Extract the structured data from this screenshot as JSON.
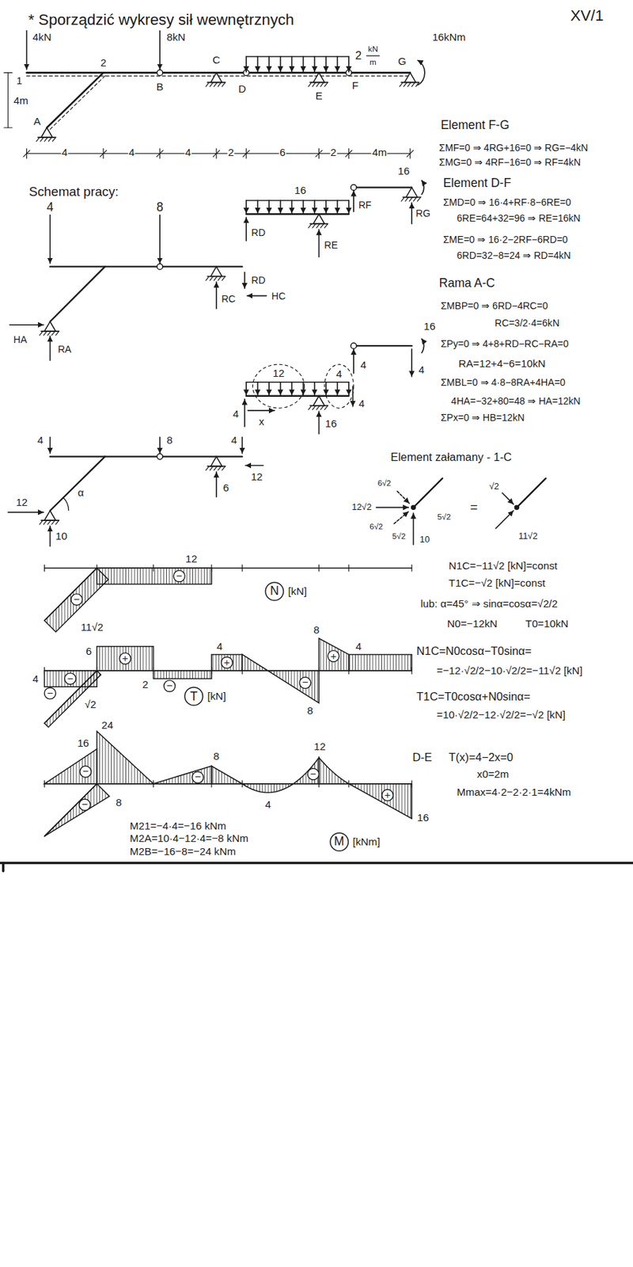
{
  "diagram": {
    "title": "* Sporządzić wykresy sił wewnętrznych",
    "nodes": [
      {
        "text": [
          "N"
        ]
      },
      {
        "text": [
          "T"
        ]
      },
      {
        "text": [
          "M"
        ]
      }
    ],
    "labels": [
      "XV/1",
      "4kN",
      "1",
      "2",
      "8kN",
      "B",
      "C",
      "D",
      "E",
      "F",
      "G",
      "A",
      "4m",
      "2",
      "kN",
      "m",
      "16kNm",
      "4",
      "4",
      "4",
      "2",
      "6",
      "2",
      "4m",
      "Schemat pracy:",
      "4",
      "8",
      "16",
      "RD",
      "RD",
      "HC",
      "RC",
      "RE",
      "RF",
      "RG",
      "16",
      "HA",
      "RA",
      "16",
      "4",
      "4",
      "12",
      "4",
      "4",
      "4",
      "x",
      "16",
      "4",
      "8",
      "4",
      "12",
      "6",
      "12",
      "10",
      "α",
      "Element F-G",
      "ΣMF=0 ⇒ 4RG+16=0 ⇒ RG=−4kN",
      "ΣMG=0 ⇒ 4RF−16=0 ⇒ RF=4kN",
      "Element D-F",
      "ΣMD=0 ⇒ 16·4+RF·8−6RE=0",
      "6RE=64+32=96 ⇒ RE=16kN",
      "ΣME=0 ⇒ 16·2−2RF−6RD=0",
      "6RD=32−8=24 ⇒ RD=4kN",
      "Rama A-C",
      "ΣMBP=0 ⇒ 6RD−4RC=0",
      "RC=3/2·4=6kN",
      "ΣPy=0 ⇒ 4+8+RD−RC−RA=0",
      "RA=12+4−6=10kN",
      "ΣMBL=0 ⇒ 4·8−8RA+4HA=0",
      "4HA=−32+80=48 ⇒ HA=12kN",
      "ΣPx=0 ⇒ HB=12kN",
      "Element załamany - 1-C",
      "12√2",
      "6√2",
      "6√2",
      "5√2",
      "10",
      "5√2",
      "=",
      "√2",
      "11√2",
      "N1C=−11√2 [kN]=const",
      "T1C=−√2 [kN]=const",
      "lub: α=45° ⇒ sinα=cosα=√2/2",
      "N0=−12kN",
      "T0=10kN",
      "N1C=N0cosα−T0sinα=",
      "=−12·√2/2−10·√2/2=−11√2 [kN]",
      "T1C=T0cosα+N0sinα=",
      "=10·√2/2−12·√2/2=−√2 [kN]",
      "D-E",
      "T(x)=4−2x=0",
      "x0=2m",
      "Mmax=4·2−2·2·1=4kNm",
      "12",
      "11√2",
      "−",
      "−",
      "[kN]",
      "6",
      "4",
      "2",
      "4",
      "8",
      "4",
      "8",
      "√2",
      "+",
      "−",
      "−",
      "+",
      "−",
      "+",
      "−",
      "[kN]",
      "16",
      "24",
      "8",
      "8",
      "4",
      "12",
      "16",
      "−",
      "−",
      "−",
      "−",
      "+",
      "M21=−4·4=−16 kNm",
      "M2A=10·4−12·4=−8 kNm",
      "M2B=−16−8=−24 kNm",
      "[kNm]"
    ]
  }
}
